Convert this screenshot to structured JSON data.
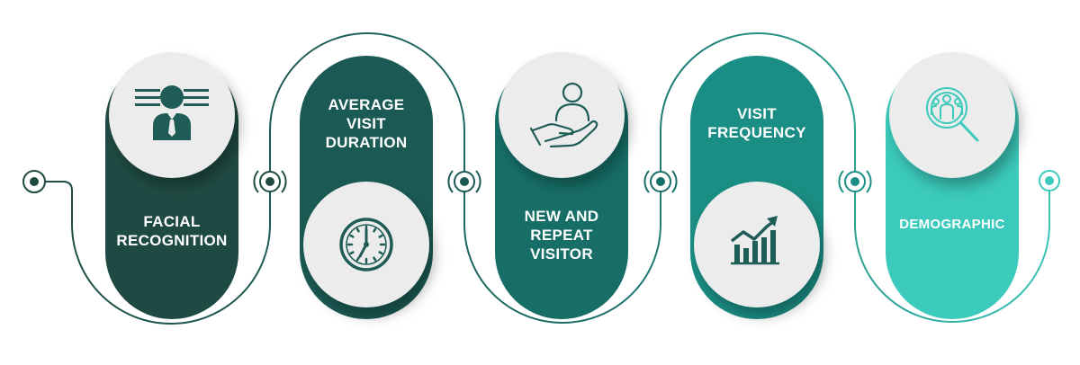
{
  "steps": [
    {
      "lines": [
        "FACIAL",
        "RECOGNITION"
      ],
      "icon": "businessman-icon",
      "color": "#1f4a43"
    },
    {
      "lines": [
        "AVERAGE",
        "VISIT",
        "DURATION"
      ],
      "icon": "clock-icon",
      "color": "#1b5a54"
    },
    {
      "lines": [
        "NEW AND",
        "REPEAT",
        "VISITOR"
      ],
      "icon": "hand-user-icon",
      "color": "#176e67"
    },
    {
      "lines": [
        "VISIT",
        "FREQUENCY"
      ],
      "icon": "growth-chart-icon",
      "color": "#1a8e84"
    },
    {
      "lines": [
        "DEMOGRAPHIC"
      ],
      "icon": "group-search-icon",
      "color": "#3bcabb"
    }
  ],
  "colors": {
    "path": "#1b5a54",
    "path_end": "#3bcabb",
    "circle": "#ececec",
    "icon": "#1f5c57"
  }
}
